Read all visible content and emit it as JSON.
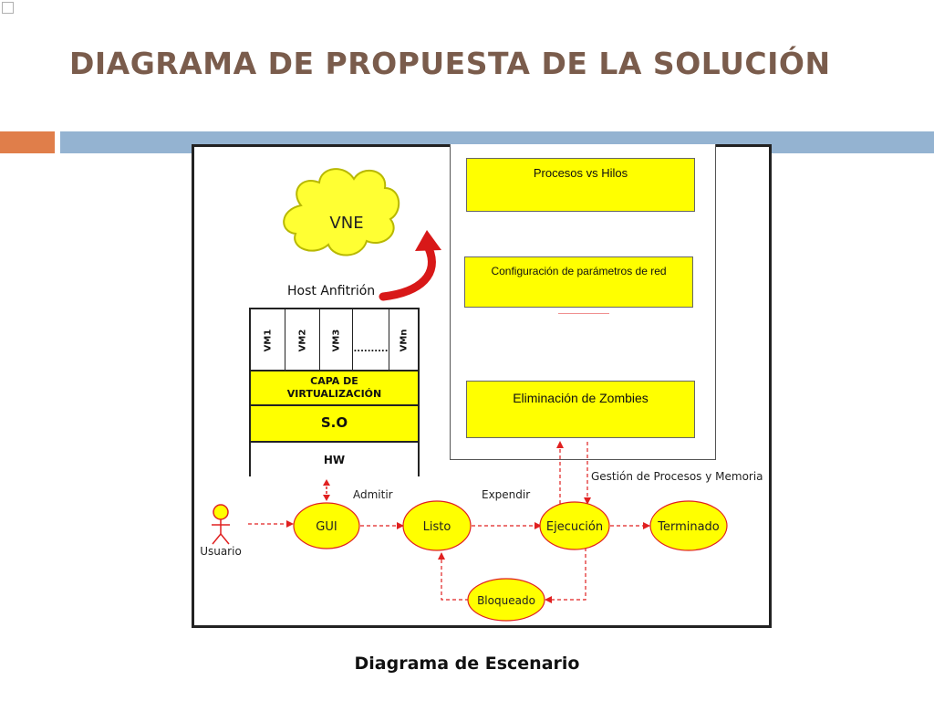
{
  "slide": {
    "title": "DIAGRAMA DE PROPUESTA DE LA SOLUCIÓN",
    "caption": "Diagrama de Escenario"
  },
  "colors": {
    "title_text": "#7a5c4c",
    "accent_orange": "#e07e4a",
    "accent_blue": "#94b3d1",
    "highlight_yellow": "#ffff00",
    "arrow_red": "#e02020"
  },
  "diagram": {
    "cloud_label": "VNE",
    "host_label": "Host Anfitrión",
    "vm_columns": [
      "VM1",
      "VM2",
      "VM3",
      "..........",
      "VMn"
    ],
    "layers": {
      "capa_line1": "CAPA DE",
      "capa_line2": "VIRTUALIZACIÓN",
      "so": "S.O",
      "hw": "HW"
    },
    "panel_boxes": [
      "Procesos vs Hilos",
      "Configuración de parámetros de red",
      "Eliminación de Zombies"
    ],
    "actor": "Usuario",
    "states": {
      "gui": "GUI",
      "listo": "Listo",
      "ejecucion": "Ejecución",
      "terminado": "Terminado",
      "bloqueado": "Bloqueado"
    },
    "edge_labels": {
      "admitir": "Admitir",
      "expendir": "Expendir",
      "gestion": "Gestión de Procesos y Memoria"
    }
  }
}
